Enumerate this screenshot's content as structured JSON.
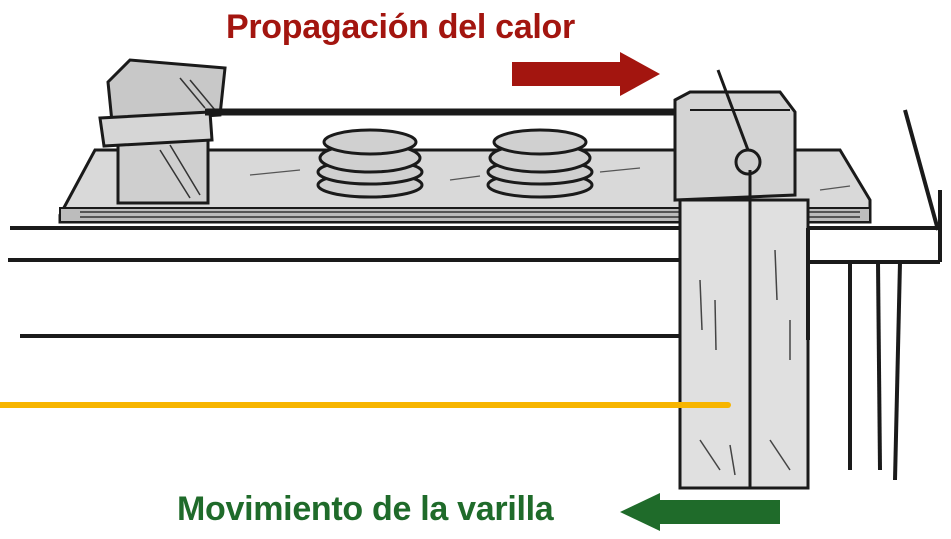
{
  "labels": {
    "heat_propagation": "Propagación del calor",
    "rod_movement": "Movimiento de la varilla"
  },
  "colors": {
    "heat": "#a3150f",
    "movement": "#1f6b2a",
    "pointer": "#f7b500",
    "ink": "#1a1a1a",
    "wood": "#d9d9d9",
    "wood_dark": "#b9b9b9"
  },
  "arrows": {
    "heat_direction": "right",
    "movement_direction": "left"
  },
  "icons": {
    "heat_arrow": "arrow-right-icon",
    "movement_arrow": "arrow-left-icon"
  }
}
